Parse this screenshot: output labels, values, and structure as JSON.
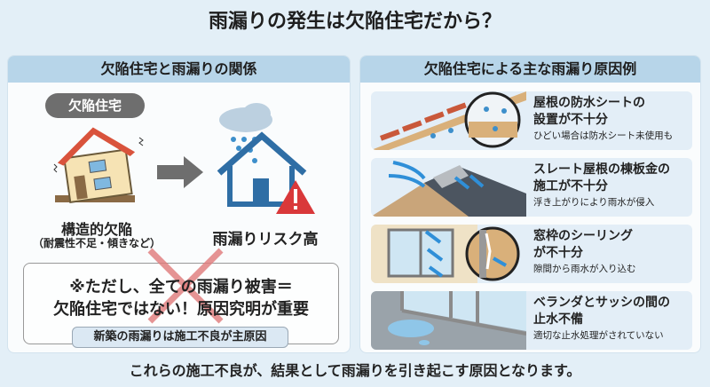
{
  "title": "雨漏りの発生は欠陥住宅だから？",
  "left": {
    "heading": "欠陥住宅と雨漏りの関係",
    "tag": "欠陥住宅",
    "cause_label": "構造的欠陥",
    "cause_detail": "（耐震性不足・傾きなど）",
    "result_label": "雨漏りリスク高",
    "note_line1": "※ただし、全ての雨漏り被害＝",
    "note_line2": "欠陥住宅ではない！原因究明が重要",
    "note_sub": "新築の雨漏りは施工不良が主原因"
  },
  "right": {
    "heading": "欠陥住宅による主な雨漏り原因例",
    "items": [
      {
        "line1": "屋根の防水シートの",
        "line2": "設置が不十分",
        "detail": "ひどい場合は防水シート未使用も"
      },
      {
        "line1": "スレート屋根の棟板金の",
        "line2": "施工が不十分",
        "detail": "浮き上がりにより雨水が侵入"
      },
      {
        "line1": "窓枠のシーリング",
        "line2": "が不十分",
        "detail": "隙間から雨水が入り込む"
      },
      {
        "line1": "ベランダとサッシの間の",
        "line2": "止水不備",
        "detail": "適切な止水処理がされていない"
      }
    ]
  },
  "footer": "これらの施工不良が、結果として雨漏りを引き起こす原因となります。",
  "colors": {
    "background": "#e3eff7",
    "header": "#b7d5e9",
    "accent_blue": "#2f6ea5",
    "warning_red": "#d9383a"
  }
}
